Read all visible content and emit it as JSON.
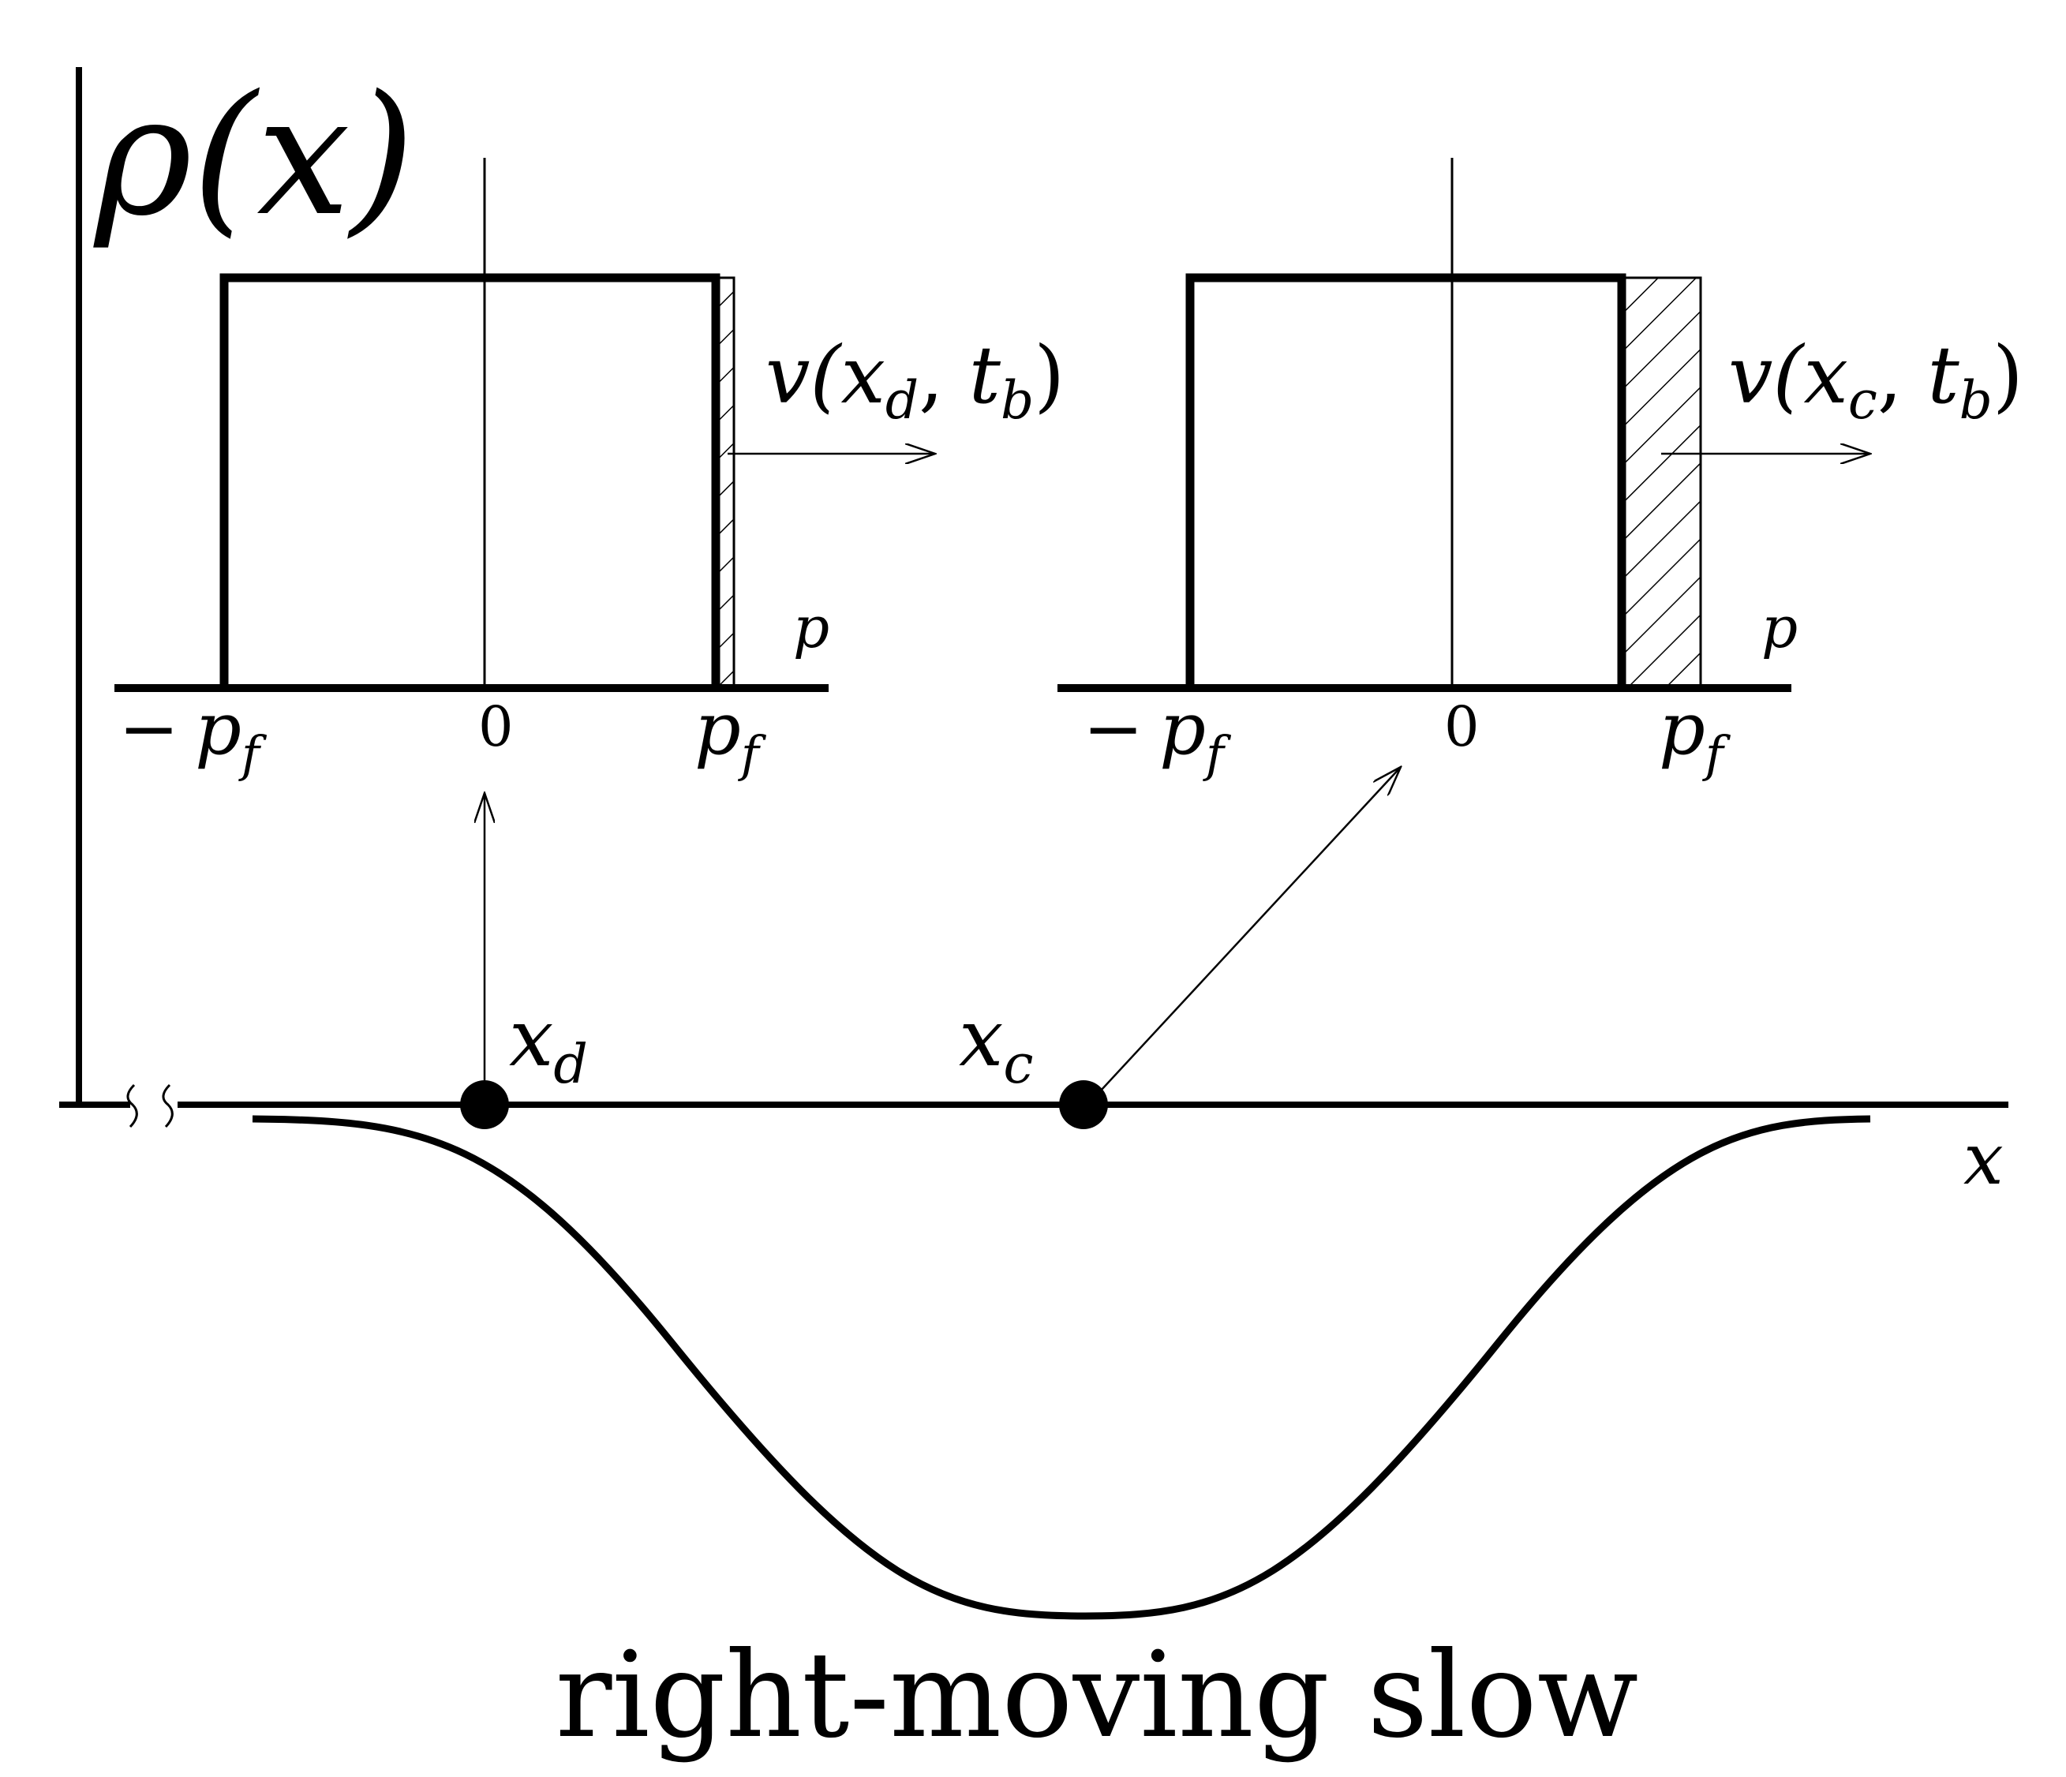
{
  "axes": {
    "y_label": "ρ(x)",
    "x_label": "x"
  },
  "points": [
    {
      "id": "d",
      "base": "x",
      "sub": "d"
    },
    {
      "id": "c",
      "base": "x",
      "sub": "c"
    }
  ],
  "insets": [
    {
      "id": "left",
      "velocity": {
        "open": "v(",
        "var": "x",
        "sub": "d",
        "sep": ", ",
        "var2": "t",
        "sub2": "b",
        "close": ")"
      },
      "ticks": {
        "minus": "−",
        "neg_p": "p",
        "neg_sub": "f",
        "zero": "0",
        "pos_p": "p",
        "pos_sub": "f"
      },
      "axis_label": "p"
    },
    {
      "id": "right",
      "velocity": {
        "open": "v(",
        "var": "x",
        "sub": "c",
        "sep": ", ",
        "var2": "t",
        "sub2": "b",
        "close": ")"
      },
      "ticks": {
        "minus": "−",
        "neg_p": "p",
        "neg_sub": "f",
        "zero": "0",
        "pos_p": "p",
        "pos_sub": "f"
      },
      "axis_label": "p"
    }
  ],
  "caption": "right-moving slow"
}
